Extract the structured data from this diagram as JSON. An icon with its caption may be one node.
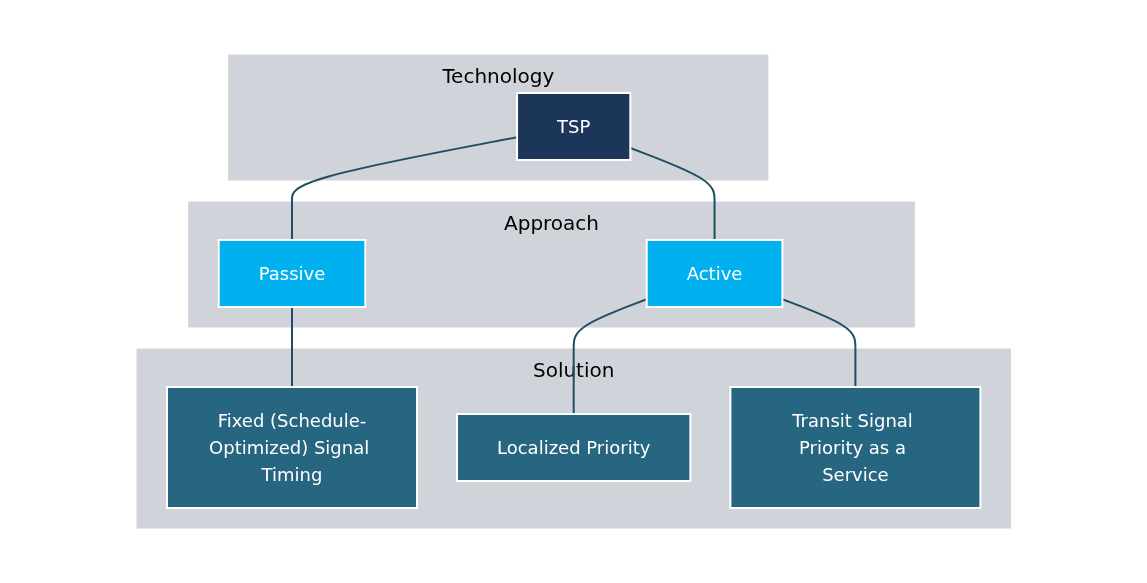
{
  "diagram": {
    "nodes": [
      {
        "text": [
          "Technology"
        ]
      },
      {
        "text": [
          "TSP"
        ],
        "in": 0
      },
      {
        "text": [
          "Approach"
        ]
      },
      {
        "text": [
          "Passive"
        ],
        "in": 2
      },
      {
        "text": [
          "Active"
        ],
        "in": 2
      },
      {
        "text": [
          "Solution"
        ]
      },
      {
        "text": [
          "Fixed (Schedule-Optimized) Signal Timing"
        ],
        "in": 5
      },
      {
        "text": [
          "Localized Priority"
        ],
        "in": 5
      },
      {
        "text": [
          "Transit Signal Priority as a Service"
        ],
        "in": 5
      }
    ],
    "edges": [
      {
        "from": 1,
        "to": 3,
        "arrow": "none"
      },
      {
        "from": 1,
        "to": 4,
        "arrow": "none"
      },
      {
        "from": 3,
        "to": 6,
        "arrow": "none"
      },
      {
        "from": 4,
        "to": 7,
        "arrow": "none"
      },
      {
        "from": 4,
        "to": 8,
        "arrow": "none"
      }
    ]
  }
}
